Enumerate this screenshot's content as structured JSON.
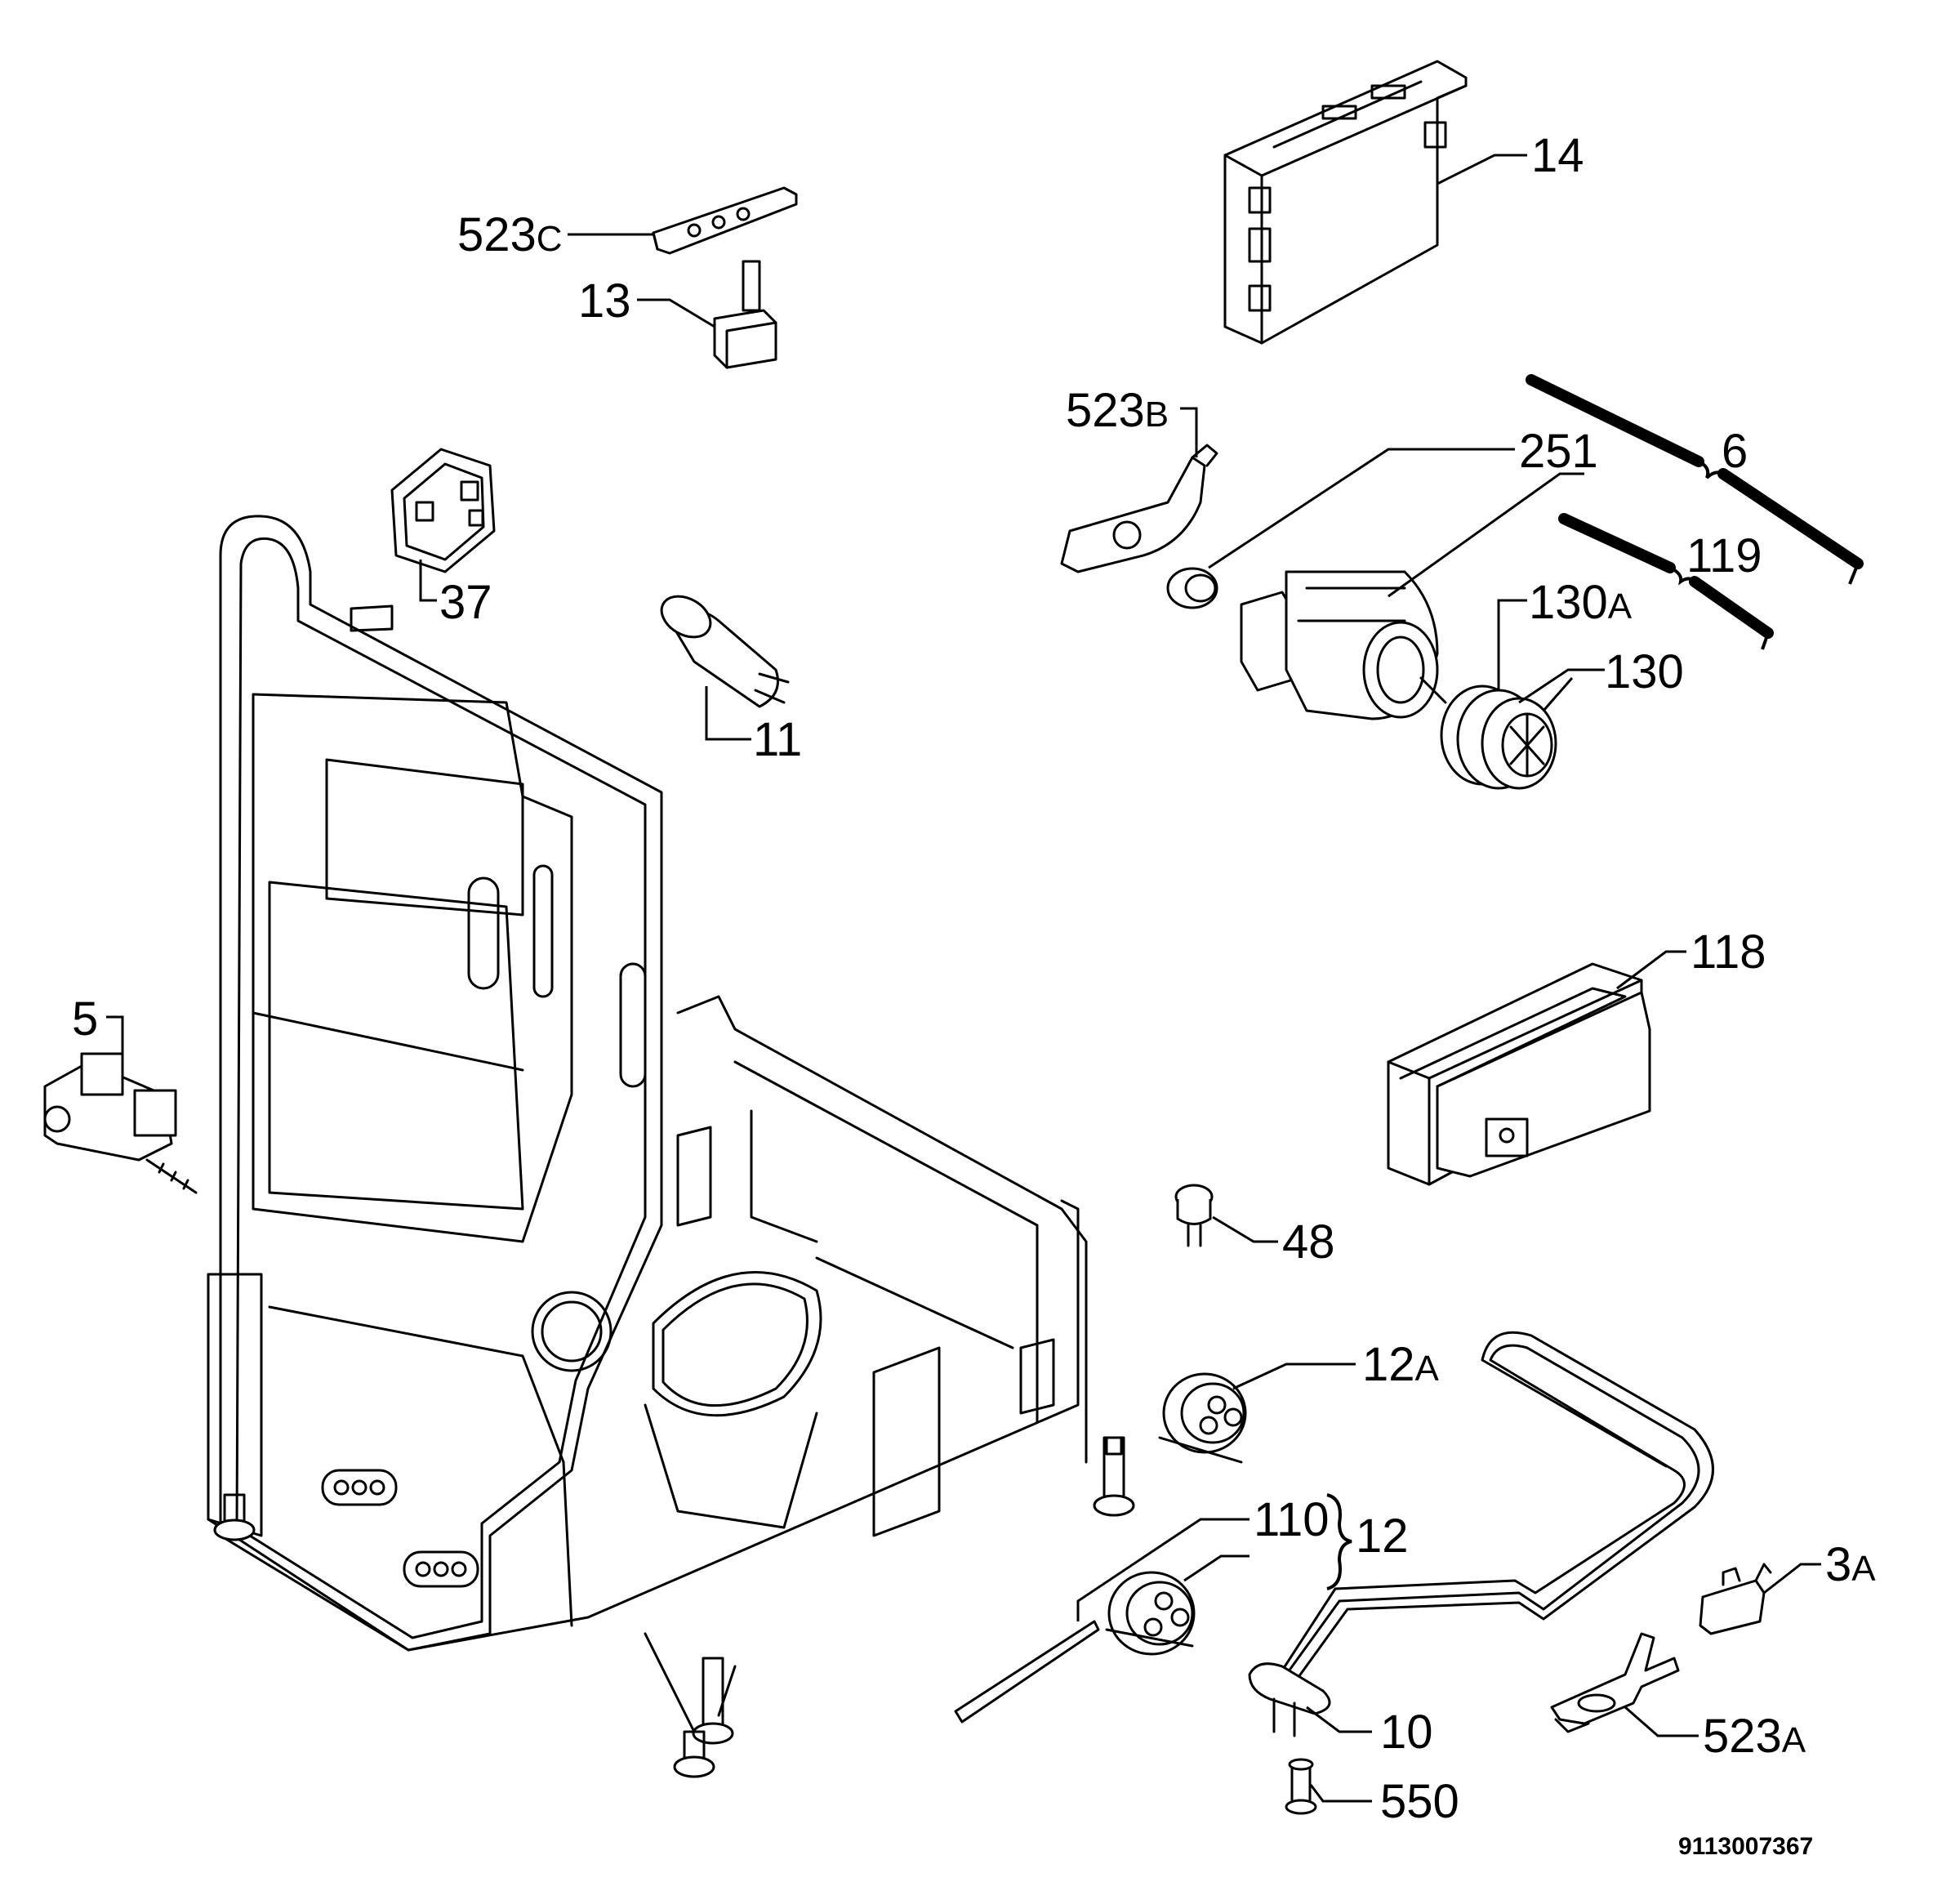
{
  "diagram": {
    "labels": {
      "p523c_num": "523",
      "p523c_suf": "C",
      "p13": "13",
      "p14": "14",
      "p523b_num": "523",
      "p523b_suf": "B",
      "p251": "251",
      "p6": "6",
      "p119": "119",
      "p130a_num": "130",
      "p130a_suf": "A",
      "p130": "130",
      "p37": "37",
      "p11": "11",
      "p5": "5",
      "p118": "118",
      "p48": "48",
      "p12a_num": "12",
      "p12a_suf": "A",
      "p110": "110",
      "p12": "12",
      "p3a_num": "3",
      "p3a_suf": "A",
      "p10": "10",
      "p523a_num": "523",
      "p523a_suf": "A",
      "p550": "550"
    },
    "document_id": "9113007367"
  }
}
